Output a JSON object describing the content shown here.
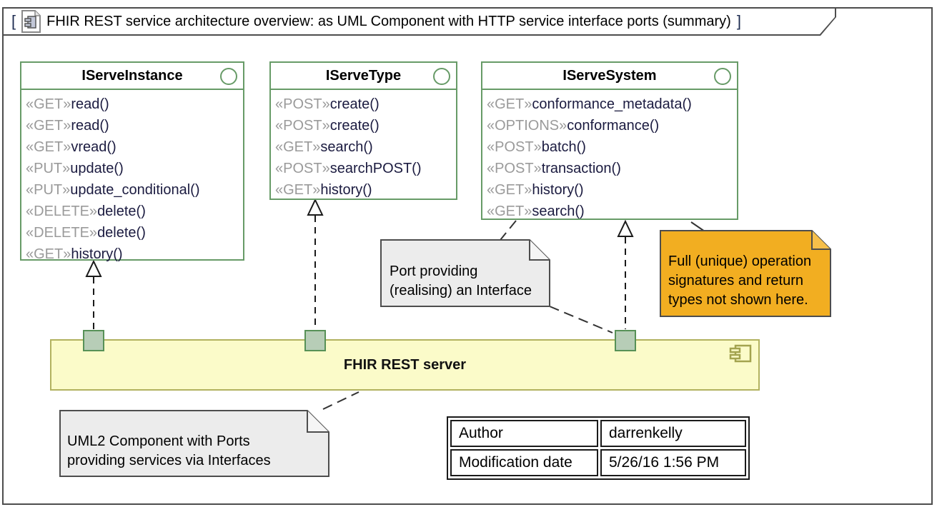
{
  "frame": {
    "bracket_open": "[",
    "bracket_close": "]",
    "title": "FHIR REST service architecture overview: as UML Component with HTTP service interface ports (summary)"
  },
  "interfaces": [
    {
      "name": "IServeInstance",
      "operations": [
        {
          "stereotype": "«GET»",
          "name": "read()"
        },
        {
          "stereotype": "«GET»",
          "name": "read()"
        },
        {
          "stereotype": "«GET»",
          "name": "vread()"
        },
        {
          "stereotype": "«PUT»",
          "name": "update()"
        },
        {
          "stereotype": "«PUT»",
          "name": "update_conditional()"
        },
        {
          "stereotype": "«DELETE»",
          "name": "delete()"
        },
        {
          "stereotype": "«DELETE»",
          "name": "delete()"
        },
        {
          "stereotype": "«GET»",
          "name": "history()"
        }
      ]
    },
    {
      "name": "IServeType",
      "operations": [
        {
          "stereotype": "«POST»",
          "name": "create()"
        },
        {
          "stereotype": "«POST»",
          "name": "create()"
        },
        {
          "stereotype": "«GET»",
          "name": "search()"
        },
        {
          "stereotype": "«POST»",
          "name": "searchPOST()"
        },
        {
          "stereotype": "«GET»",
          "name": "history()"
        }
      ]
    },
    {
      "name": "IServeSystem",
      "operations": [
        {
          "stereotype": "«GET»",
          "name": "conformance_metadata()"
        },
        {
          "stereotype": "«OPTIONS»",
          "name": "conformance()"
        },
        {
          "stereotype": "«POST»",
          "name": "batch()"
        },
        {
          "stereotype": "«POST»",
          "name": "transaction()"
        },
        {
          "stereotype": "«GET»",
          "name": "history()"
        },
        {
          "stereotype": "«GET»",
          "name": "search()"
        }
      ]
    }
  ],
  "component": {
    "label": "FHIR REST server"
  },
  "notes": {
    "port_note": {
      "text": "Port providing\n(realising) an Interface"
    },
    "signature_note": {
      "text": "Full (unique) operation\nsignatures and return\ntypes not shown here."
    },
    "uml2_note": {
      "text": "UML2 Component with Ports\nproviding services via Interfaces"
    }
  },
  "info_table": {
    "rows": [
      {
        "label": "Author",
        "value": "darrenkelly"
      },
      {
        "label": "Modification date",
        "value": "5/26/16 1:56 PM"
      }
    ]
  },
  "icons": {
    "title_icon": "component-diagram-icon",
    "component_icon": "uml-component-icon"
  },
  "colors": {
    "interface_border": "#679b67",
    "component_fill": "#fbfbc9",
    "component_border": "#b2b25f",
    "port_fill": "#b7cdb7",
    "port_border": "#579157",
    "note_fill": "#ececec",
    "note_border": "#4d4d4d",
    "signature_note_fill": "#f2ae21",
    "stereotype_text": "#9a9a9a",
    "operation_text": "#1b1b40"
  }
}
